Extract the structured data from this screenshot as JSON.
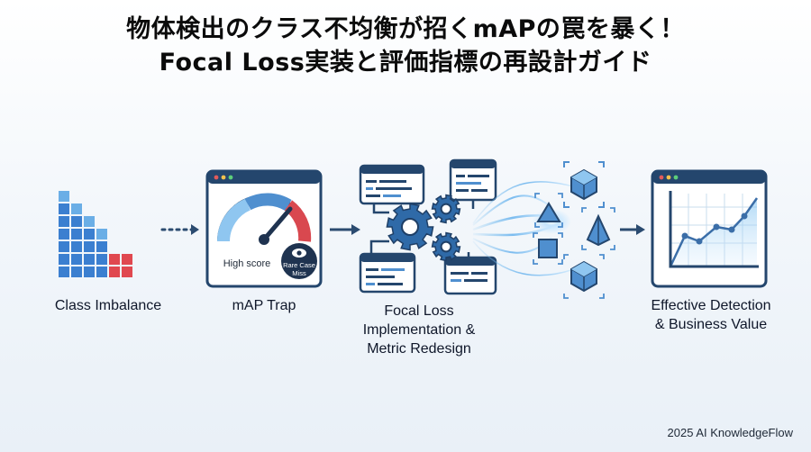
{
  "title": {
    "line1": "物体検出のクラス不均衡が招くmAPの罠を暴く！",
    "line2": "Focal Loss実装と評価指標の再設計ガイド"
  },
  "steps": [
    {
      "label_lines": [
        "Class Imbalance"
      ]
    },
    {
      "label_lines": [
        "mAP Trap"
      ],
      "gauge_text": "High score",
      "badge_text": [
        "Rare Case",
        "Miss"
      ]
    },
    {
      "label_lines": [
        "Focal Loss",
        "Implementation &",
        "Metric Redesign"
      ]
    },
    {
      "label_lines": [
        "Effective Detection",
        "& Business Value"
      ]
    }
  ],
  "footer": "2025 AI KnowledgeFlow",
  "colors": {
    "navy": "#1e3a5f",
    "blue": "#3b82c4",
    "light_blue": "#7cc0f0",
    "red": "#e0484f",
    "glow": "#5aa8e6"
  },
  "icons": [
    "bar-blocks-icon",
    "gauge-window-icon",
    "gears-code-icon",
    "shapes-detection-icon",
    "growth-chart-window-icon"
  ]
}
